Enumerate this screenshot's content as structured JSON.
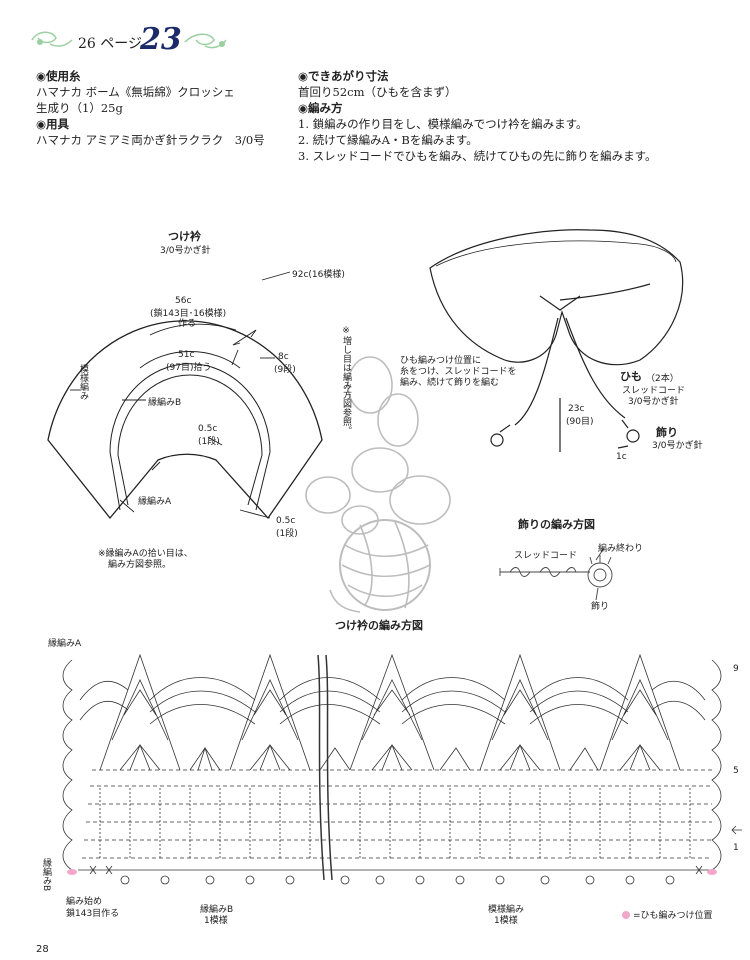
{
  "header": {
    "ref_page": "26 ページ",
    "pattern_number": "23"
  },
  "materials": {
    "yarn_heading": "◉使用糸",
    "yarn_line1": "ハマナカ ボーム《無垢綿》クロッシェ",
    "yarn_line2": "生成り（1）25g",
    "tools_heading": "◉用具",
    "tools_line": "ハマナカ アミアミ両かぎ針ラクラク　3/0号"
  },
  "finish": {
    "size_heading": "◉できあがり寸法",
    "size_line": "首回り52cm（ひもを含まず）",
    "method_heading": "◉編み方",
    "steps": [
      "1. 鎖編みの作り目をし、模様編みでつけ衿を編みます。",
      "2. 続けて縁編みA・Bを編みます。",
      "3. スレッドコードでひもを編み、続けてひもの先に飾りを編みます。"
    ]
  },
  "collar_diagram": {
    "title": "つけ衿",
    "hook": "3/0号かぎ針",
    "outer": "92c(16模様)",
    "top_line1": "56c",
    "top_line2": "(鎖143目･16模様)",
    "top_line3": "作る",
    "inner_line1": "51c",
    "inner_line2": "(97目)拾う",
    "depth_line1": "8c",
    "depth_line2": "(9段)",
    "border_b_size1": "0.5c",
    "border_b_size2": "(1段)",
    "border_a_size1": "0.5c",
    "border_a_size2": "(1段)",
    "pattern_label": "模様編み",
    "border_b_label": "縁編みB",
    "border_a_label": "縁編みA",
    "note_line1": "※縁編みAの拾い目は、",
    "note_line2": "編み方図参照。",
    "side_note": "※増し目は編み方図参照。"
  },
  "tie_diagram": {
    "note_line1": "ひも編みつけ位置に",
    "note_line2": "糸をつけ、スレッドコードを",
    "note_line3": "編み、続けて飾りを編む",
    "cord_title": "ひも",
    "cord_count": "（2本）",
    "cord_type": "スレッドコード",
    "cord_hook": "3/0号かぎ針",
    "cord_len1": "23c",
    "cord_len2": "(90目)",
    "ornament_title": "飾り",
    "ornament_hook": "3/0号かぎ針",
    "ornament_size": "1c"
  },
  "ornament_chart": {
    "title": "飾りの編み方図",
    "cord_label": "スレッドコード",
    "end_label": "編み終わり",
    "ornament_label": "飾り"
  },
  "main_chart": {
    "title": "つけ衿の編み方図",
    "border_a": "縁編みA",
    "border_b_vertical": "縁編みB",
    "start_line1": "編み始め",
    "start_line2": "鎖143目作る",
    "border_b_line1": "縁編みB",
    "border_b_line2": "1模様",
    "pattern_line1": "模様編み",
    "pattern_line2": "1模様",
    "legend": "=ひも編みつけ位置",
    "legend_color": "#f2a6c8",
    "row_numbers": [
      "9",
      "5",
      "1"
    ]
  },
  "footer": {
    "page_number": "28"
  }
}
